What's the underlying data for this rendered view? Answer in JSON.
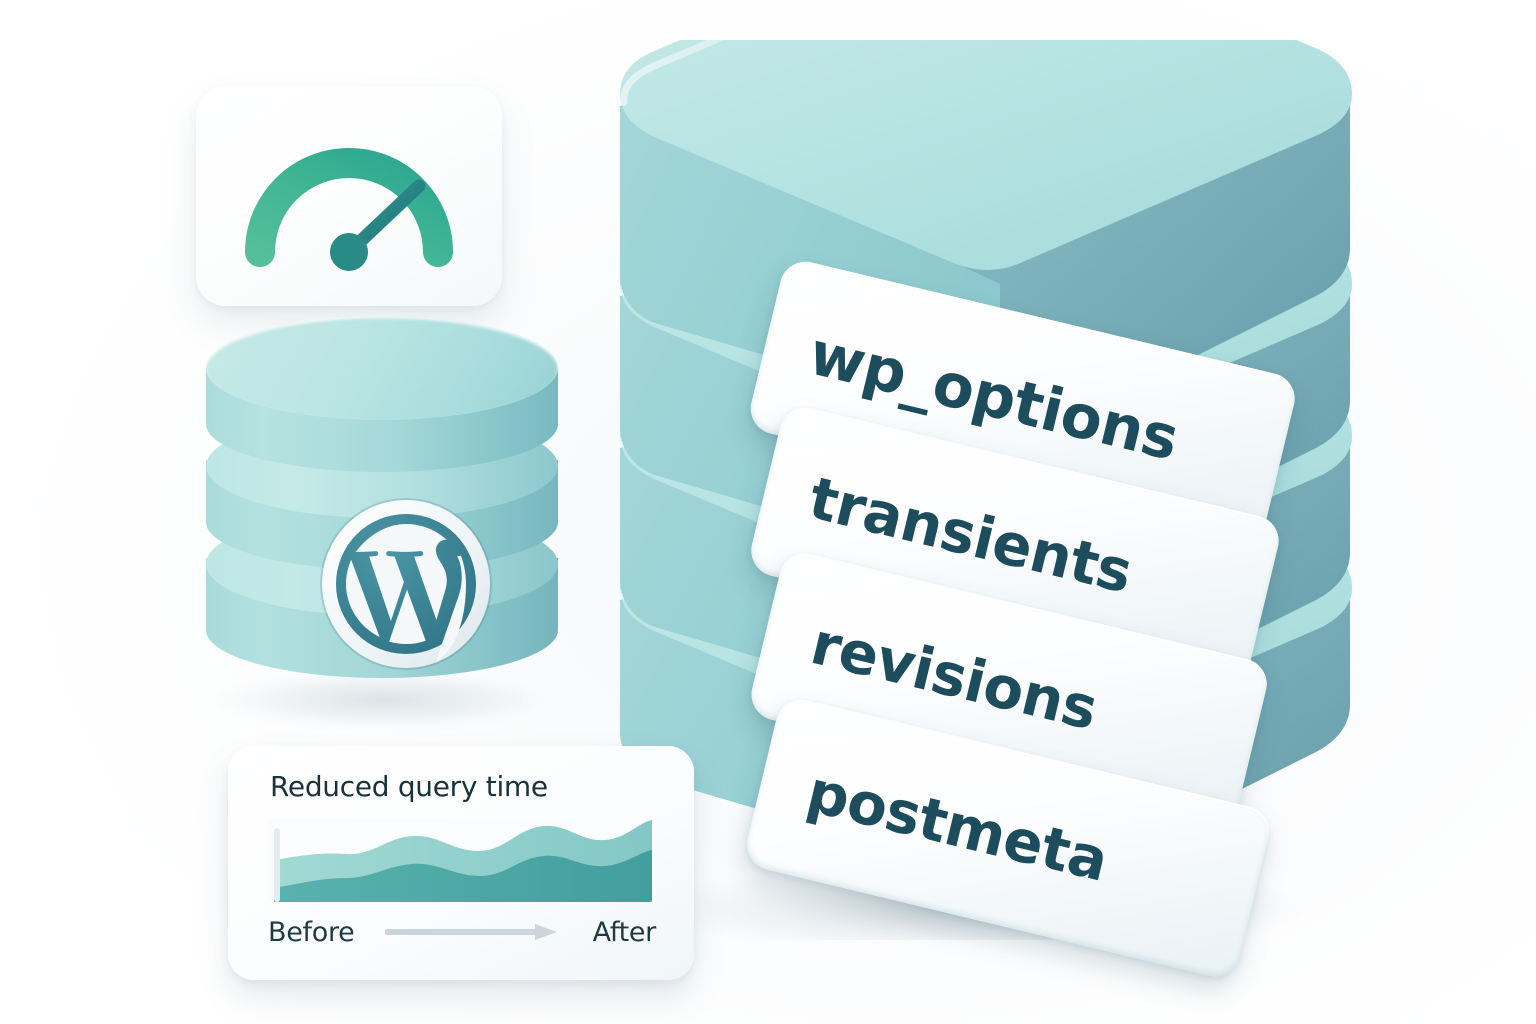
{
  "scene": {
    "title": "WordPress database optimization illustration",
    "background_color": "#ffffff"
  },
  "gauge_card": {
    "icon_name": "speedometer-gauge-icon",
    "arc_color": "#3fb394",
    "needle_color": "#2a8b86",
    "needle_angle_deg": 48
  },
  "database_cylinder": {
    "icon_name": "database-cylinder-icon",
    "body_color": "#9ed5d6",
    "top_color": "#b6e3e2",
    "rings": 3,
    "logo": {
      "icon_name": "wordpress-logo-icon",
      "ring_color": "#f2f6f7",
      "inner_color": "#3b8496",
      "letter": "W"
    }
  },
  "table_stack": {
    "slab_top_color": "#b9e5e4",
    "slab_left_color": "#94cfd2",
    "slab_right_color": "#7fb3bd",
    "label_text_color": "#1d4c5d",
    "plates": [
      {
        "label": "wp_options"
      },
      {
        "label": "transients"
      },
      {
        "label": "revisions"
      },
      {
        "label": "postmeta"
      }
    ]
  },
  "metric_card": {
    "title": "Reduced query time",
    "before_label": "Before",
    "after_label": "After",
    "arrow_icon_name": "right-arrow-icon",
    "arrow_color": "#ccd5da"
  },
  "chart_data": {
    "type": "area",
    "title": "Reduced query time",
    "xlabel": "",
    "ylabel": "",
    "x": [
      0,
      1,
      2,
      3,
      4,
      5,
      6,
      7,
      8,
      9,
      10,
      11,
      12
    ],
    "series": [
      {
        "name": "Before",
        "color": "#8ecfcb",
        "values": [
          52,
          56,
          54,
          50,
          62,
          72,
          66,
          58,
          62,
          84,
          78,
          70,
          92
        ]
      },
      {
        "name": "After",
        "color": "#4fa8a4",
        "values": [
          18,
          26,
          30,
          30,
          34,
          50,
          48,
          42,
          40,
          58,
          56,
          46,
          64
        ]
      }
    ],
    "ylim": [
      0,
      100
    ],
    "grid": false,
    "legend": "none",
    "annotations": [
      "Before",
      "After"
    ]
  }
}
